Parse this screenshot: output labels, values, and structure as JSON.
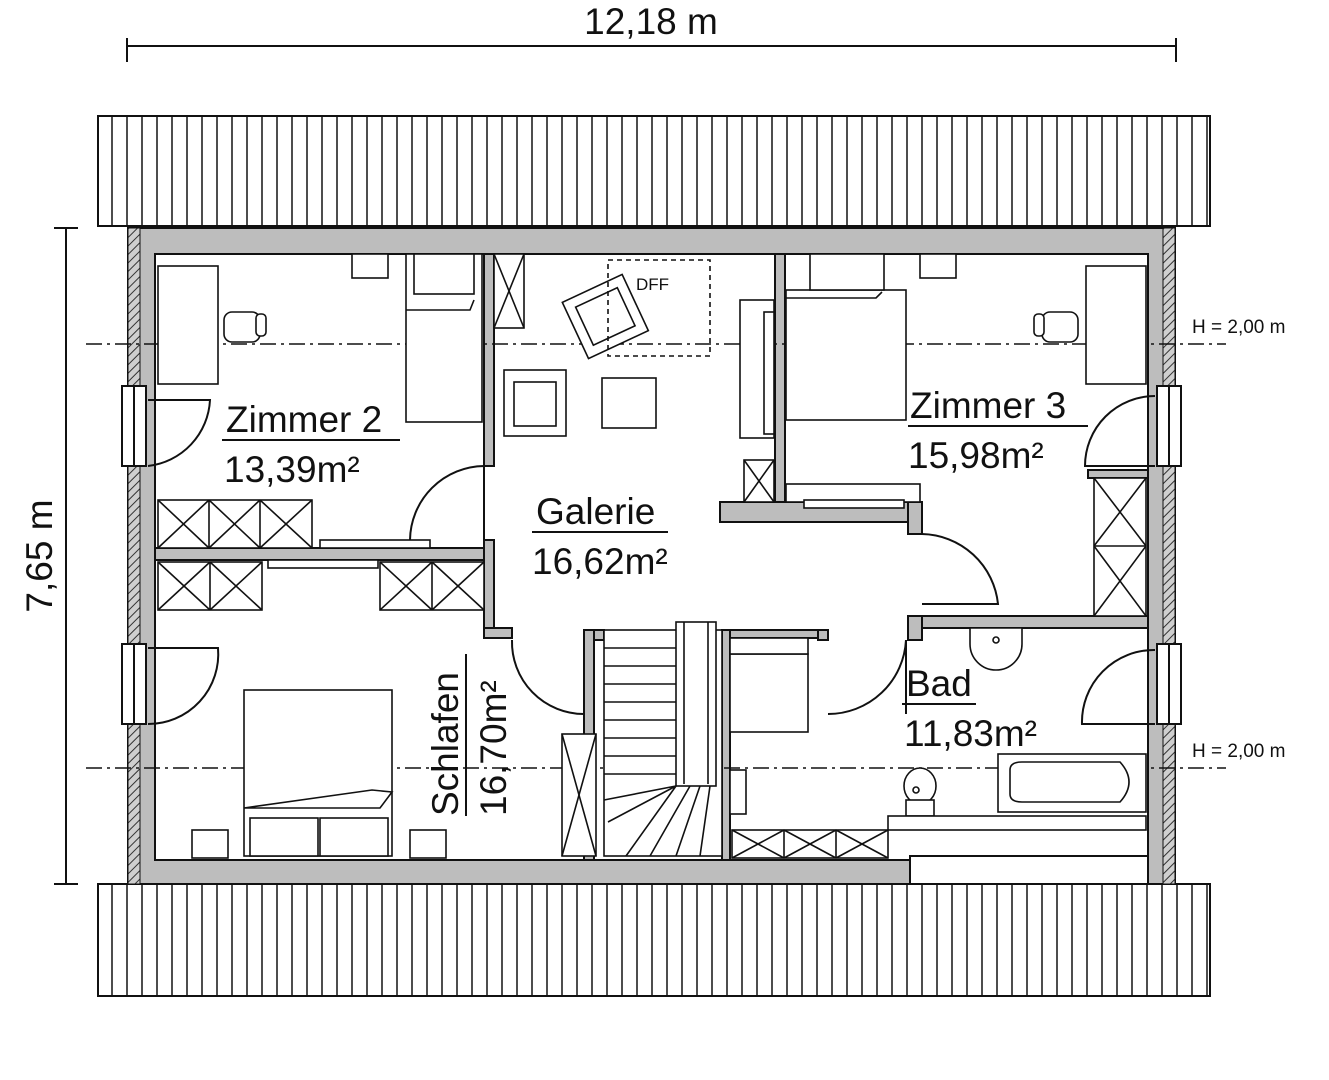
{
  "dimensions": {
    "width": "12,18 m",
    "height": "7,65 m"
  },
  "ceiling_height": {
    "upper": "H = 2,00 m",
    "lower": "H = 2,00 m"
  },
  "dff_label": "DFF",
  "rooms": {
    "zimmer2": {
      "name": "Zimmer 2",
      "area": "13,39m²"
    },
    "zimmer3": {
      "name": "Zimmer 3",
      "area": "15,98m²"
    },
    "galerie": {
      "name": "Galerie",
      "area": "16,62m²"
    },
    "schlafen": {
      "name": "Schlafen",
      "area": "16,70m²"
    },
    "bad": {
      "name": "Bad",
      "area": "11,83m²"
    }
  }
}
